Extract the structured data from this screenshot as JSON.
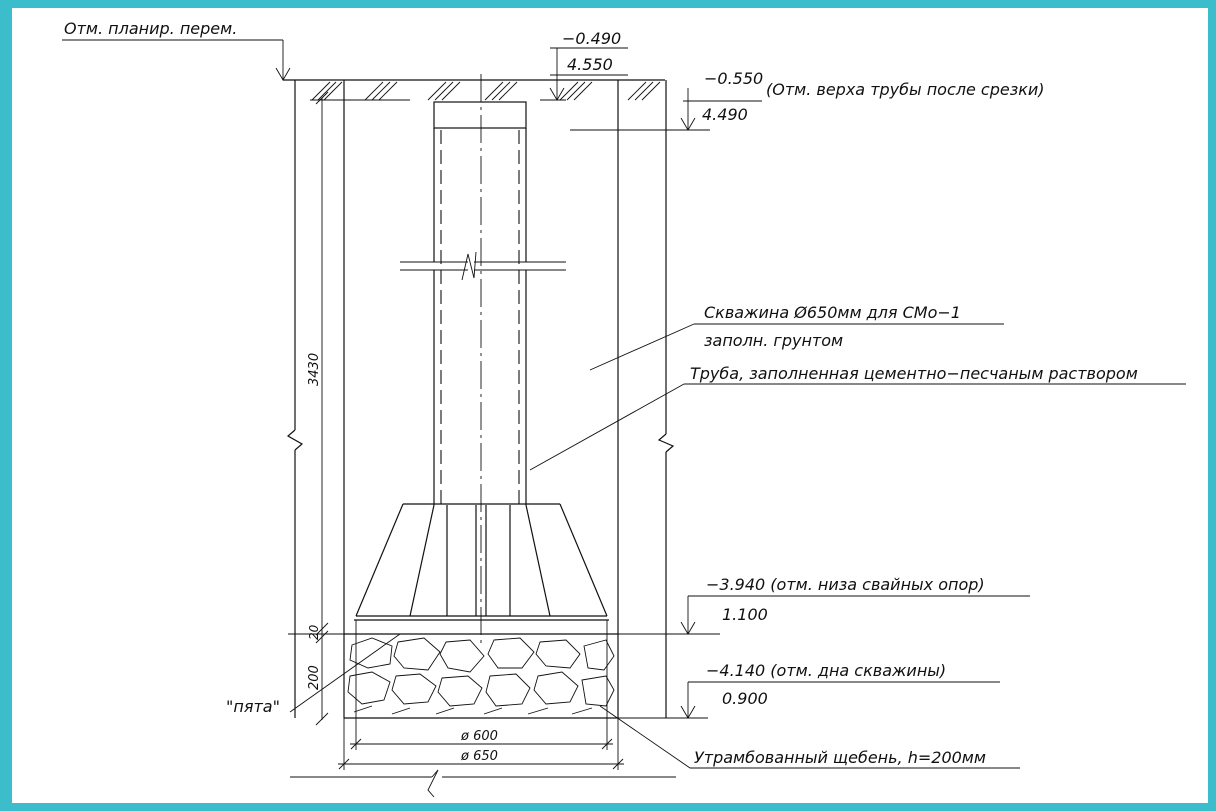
{
  "labels": {
    "ground_mark": "Отм. планир. перем.",
    "level_top_rel": "−0.490",
    "level_top_abs": "4.550",
    "pipe_top_rel": "−0.550",
    "pipe_top_abs": "4.490",
    "pipe_top_note": "(Отм. верха трубы после срезки)",
    "well_line1": "Скважина Ø650мм для СМо−1",
    "well_line2": "заполн. грунтом",
    "pipe_fill": "Труба, заполненная цементно−песчаным раствором",
    "support_bottom_rel": "−3.940 (отм. низа свайных опор)",
    "support_bottom_abs": "1.100",
    "well_bottom_rel": "−4.140 (отм. дна скважины)",
    "well_bottom_abs": "0.900",
    "heel": "\"пята\"",
    "gravel": "Утрамбованный щебень, h=200мм",
    "dim_depth": "3430",
    "dim_gravel": "200",
    "dim_gap": "20",
    "dim_d600": "ø 600",
    "dim_d650": "ø 650"
  },
  "colors": {
    "border": "#3bbdcc",
    "ink": "#111111",
    "paper": "#ffffff"
  }
}
